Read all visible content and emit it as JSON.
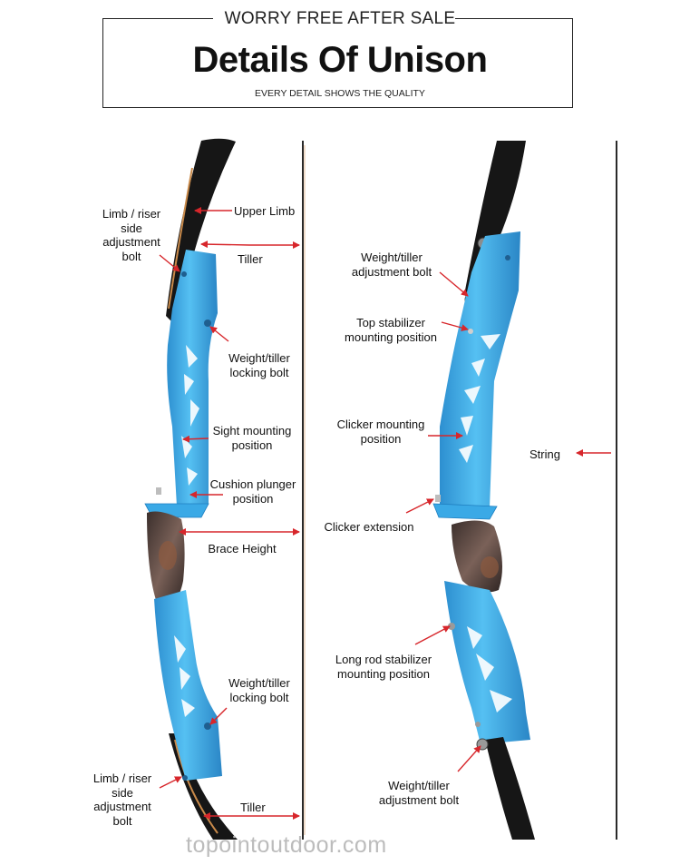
{
  "header": {
    "tagline": "WORRY FREE AFTER SALE",
    "title": "Details Of Unison",
    "subtitle": "EVERY DETAIL SHOWS THE QUALITY"
  },
  "left_bow": {
    "labels": {
      "limb_riser_top": "Limb / riser\nside\nadjustment\nbolt",
      "upper_limb": "Upper Limb",
      "tiller_top": "Tiller",
      "weight_locking_top": "Weight/tiller\nlocking bolt",
      "sight_mounting": "Sight mounting\nposition",
      "cushion_plunger": "Cushion plunger\nposition",
      "brace_height": "Brace Height",
      "weight_locking_bottom": "Weight/tiller\nlocking bolt",
      "limb_riser_bottom": "Limb / riser\nside\nadjustment\nbolt",
      "tiller_bottom": "Tiller"
    }
  },
  "right_bow": {
    "labels": {
      "weight_adjust_top": "Weight/tiller\nadjustment bolt",
      "top_stabilizer": "Top stabilizer\nmounting position",
      "clicker_mounting": "Clicker mounting\nposition",
      "string": "String",
      "clicker_extension": "Clicker extension",
      "long_rod": "Long rod stabilizer\nmounting position",
      "weight_adjust_bottom": "Weight/tiller\nadjustment bolt"
    }
  },
  "colors": {
    "riser_blue": "#3aa9e6",
    "riser_blue_dark": "#1f7fc0",
    "limb_black": "#161616",
    "grip_wood": "#5a4a44",
    "arrow_red": "#d7262b",
    "string": "#2a2a2a"
  },
  "watermark": "topointoutdoor.com"
}
